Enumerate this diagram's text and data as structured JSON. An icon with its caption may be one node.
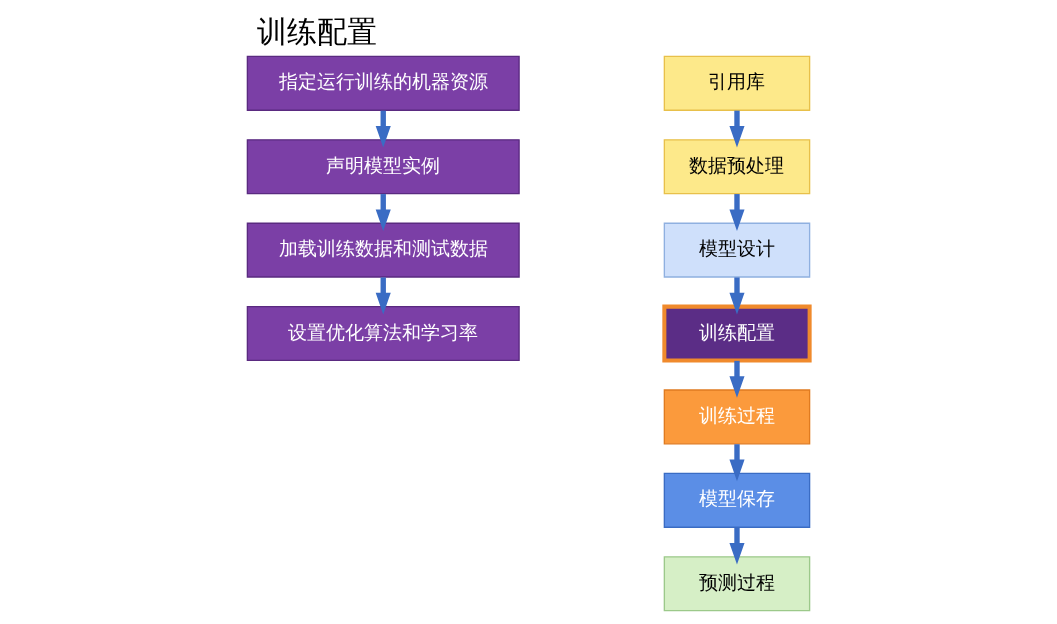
{
  "diagram": {
    "title": "训练配置",
    "nodes": [
      {
        "text": [
          "指定运行训练的机器资源"
        ]
      },
      {
        "text": [
          "声明模型实例"
        ]
      },
      {
        "text": [
          "加载训练数据和测试数据"
        ]
      },
      {
        "text": [
          "设置优化算法和学习率"
        ]
      },
      {
        "text": [
          "引用库"
        ]
      },
      {
        "text": [
          "数据预处理"
        ]
      },
      {
        "text": [
          "模型设计"
        ]
      },
      {
        "text": [
          "训练配置"
        ]
      },
      {
        "text": [
          "训练过程"
        ]
      },
      {
        "text": [
          "模型保存"
        ]
      },
      {
        "text": [
          "预测过程"
        ]
      }
    ],
    "edges": [
      {
        "from": 0,
        "to": 1,
        "arrow": "to"
      },
      {
        "from": 1,
        "to": 2,
        "arrow": "to"
      },
      {
        "from": 2,
        "to": 3,
        "arrow": "to"
      },
      {
        "from": 4,
        "to": 5,
        "arrow": "to"
      },
      {
        "from": 5,
        "to": 6,
        "arrow": "to"
      },
      {
        "from": 6,
        "to": 7,
        "arrow": "to"
      },
      {
        "from": 7,
        "to": 8,
        "arrow": "to"
      },
      {
        "from": 8,
        "to": 9,
        "arrow": "to"
      },
      {
        "from": 9,
        "to": 10,
        "arrow": "to"
      }
    ]
  }
}
